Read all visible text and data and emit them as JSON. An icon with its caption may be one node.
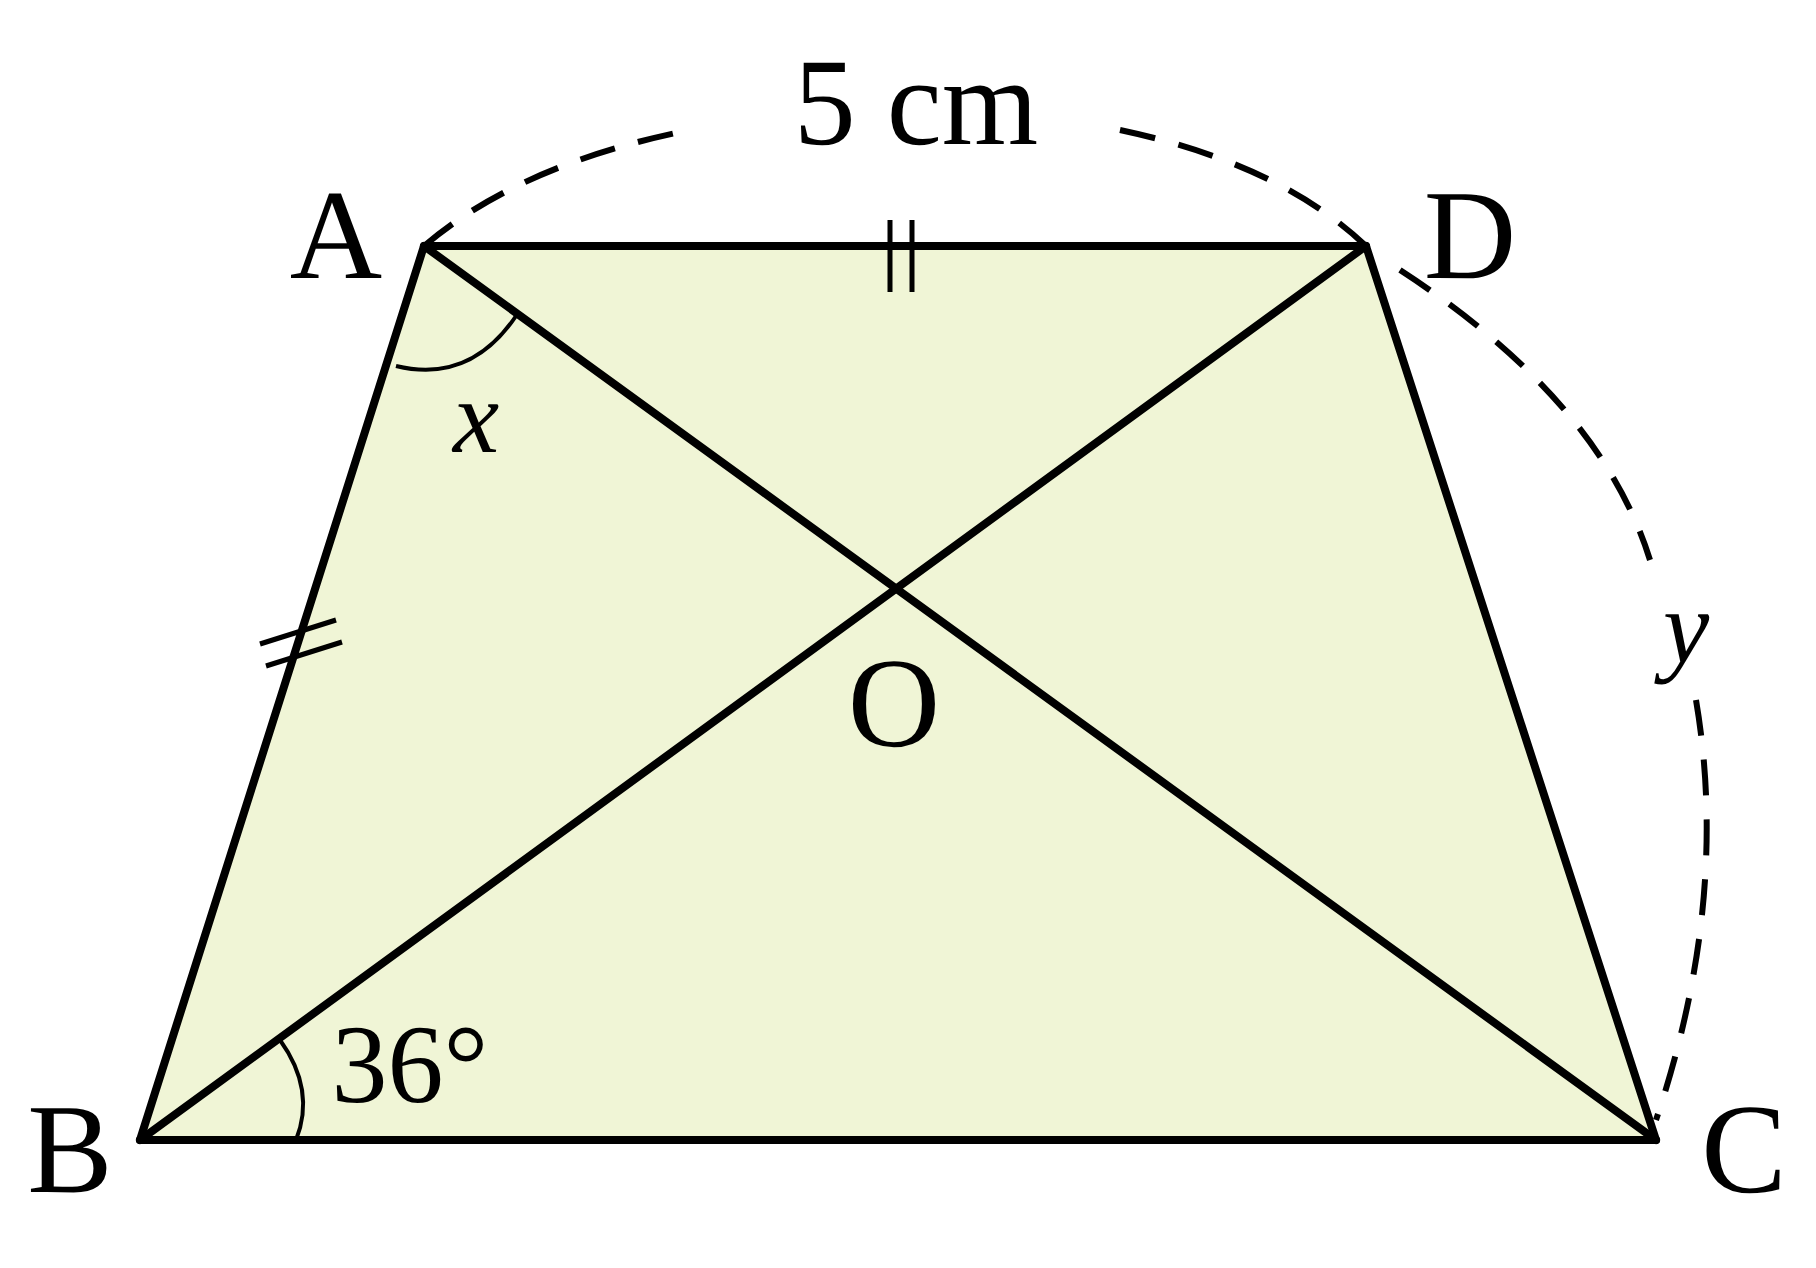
{
  "diagram": {
    "nodes": [
      {
        "text": [
          "A"
        ]
      },
      {
        "text": [
          "D"
        ]
      },
      {
        "text": [
          "O"
        ]
      },
      {
        "text": [
          "B"
        ]
      },
      {
        "text": [
          "C"
        ]
      }
    ],
    "edges": [
      {
        "from": 0,
        "to": 1,
        "arrow": "none"
      },
      {
        "from": 0,
        "to": 3,
        "arrow": "none"
      },
      {
        "from": 0,
        "to": 4,
        "arrow": "none"
      },
      {
        "from": 1,
        "to": 3,
        "arrow": "none"
      },
      {
        "from": 1,
        "to": 4,
        "arrow": "none"
      },
      {
        "from": 3,
        "to": 4,
        "arrow": "none"
      }
    ],
    "labels": [
      "5 cm",
      "x",
      "y",
      "36°"
    ]
  }
}
